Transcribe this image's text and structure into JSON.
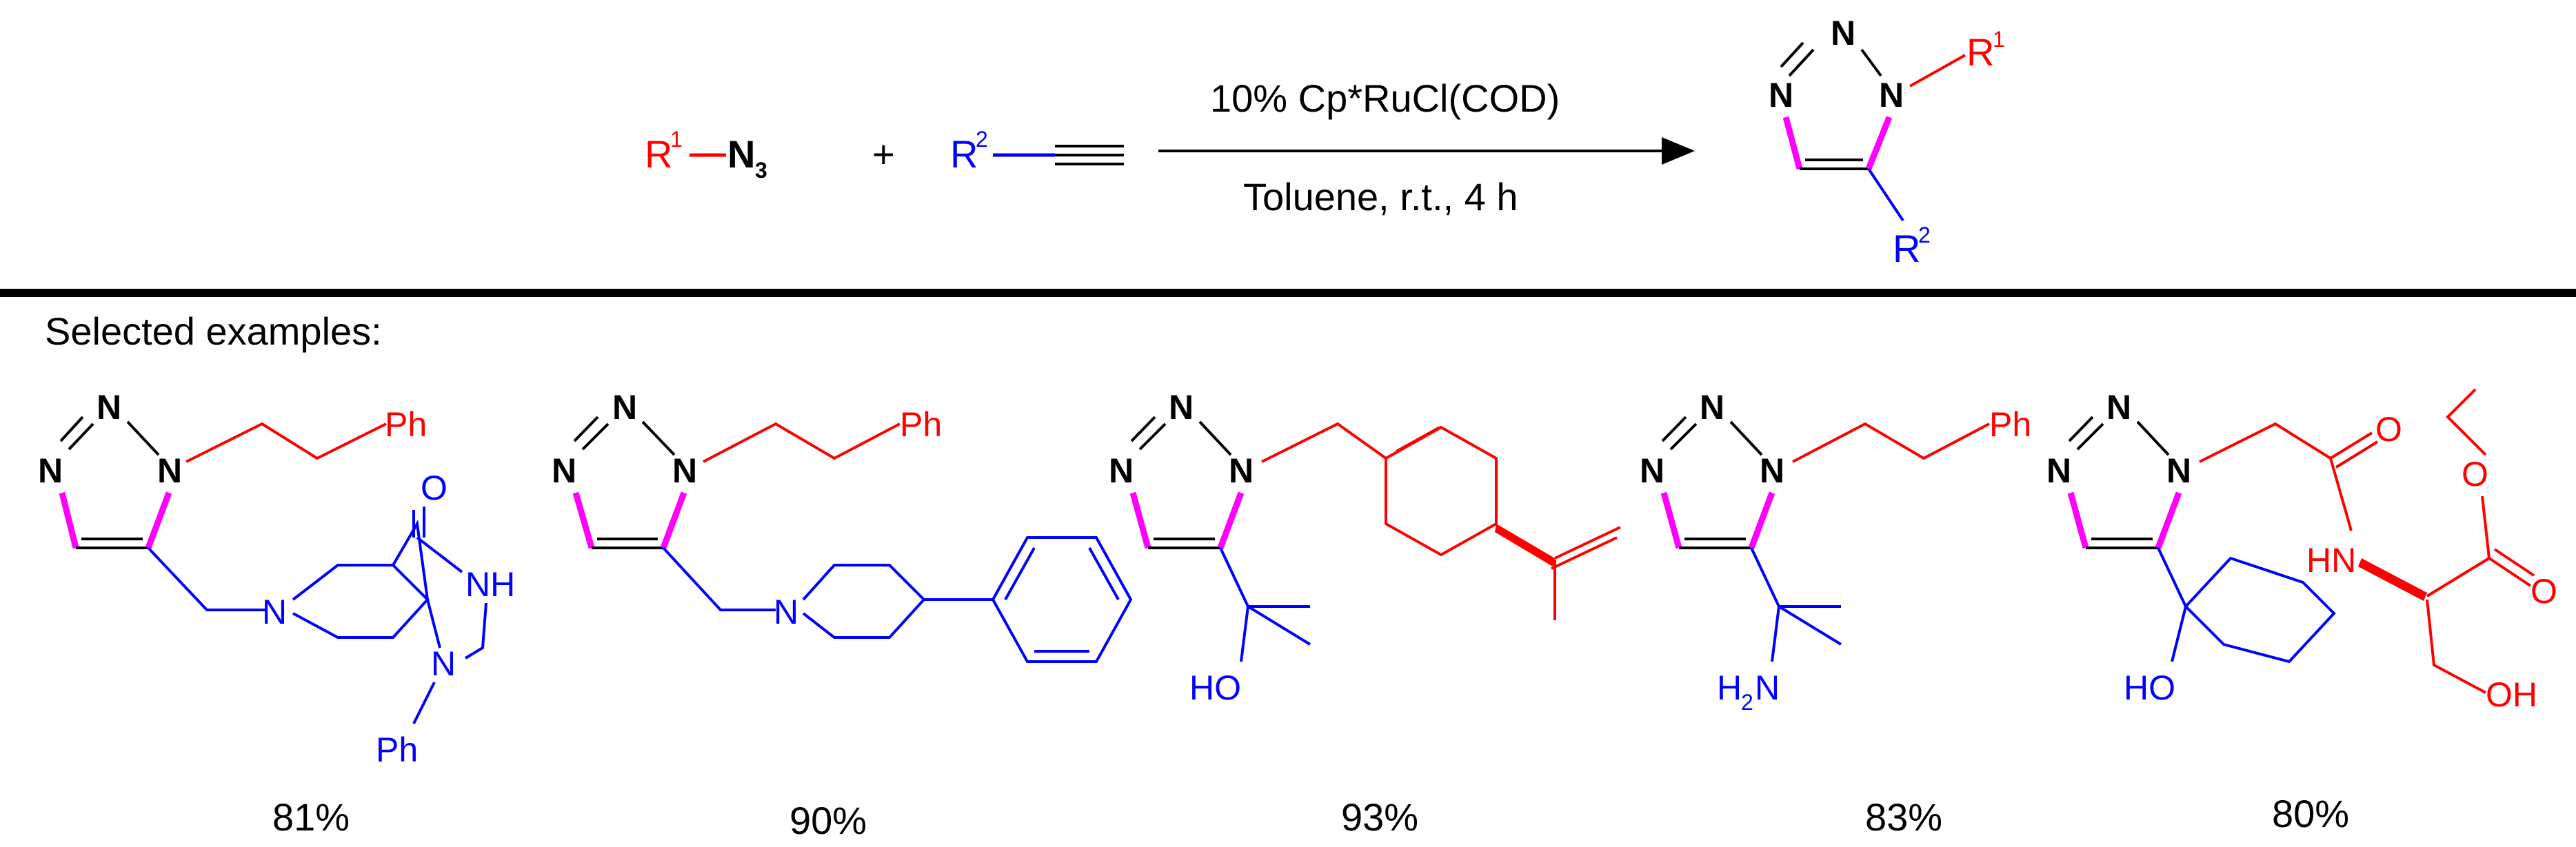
{
  "scheme": {
    "azide": {
      "r": "R",
      "r_sup": "1",
      "n3": "N",
      "n3_sub": "3"
    },
    "plus": "+",
    "alkyne": {
      "r": "R",
      "r_sup": "2"
    },
    "conditions_top": "10% Cp*RuCl(COD)",
    "conditions_bottom": "Toluene, r.t., 4 h",
    "product": {
      "n": "N",
      "r1": "R",
      "r1_sup": "1",
      "r2": "R",
      "r2_sup": "2"
    }
  },
  "section_label": "Selected examples:",
  "examples": [
    {
      "yield": "81%",
      "labels": {
        "ph_top": "Ph",
        "o": "O",
        "nh": "NH",
        "n_pip": "N",
        "n_imid": "N",
        "ph_bottom": "Ph"
      }
    },
    {
      "yield": "90%",
      "labels": {
        "ph_top": "Ph",
        "n_pip": "N"
      }
    },
    {
      "yield": "93%",
      "labels": {
        "oh": "HO"
      }
    },
    {
      "yield": "83%",
      "labels": {
        "ph_top": "Ph",
        "h2n": "H",
        "h2n_sub": "2",
        "h2n_n": "N"
      }
    },
    {
      "yield": "80%",
      "labels": {
        "o_amide": "O",
        "hn": "HN",
        "o_ester1": "O",
        "o_ester2": "O",
        "ho": "HO",
        "oh": "OH"
      }
    }
  ],
  "colors": {
    "red": "#ff0000",
    "blue": "#0000ff",
    "magenta": "#ff00ff",
    "black": "#000000"
  }
}
